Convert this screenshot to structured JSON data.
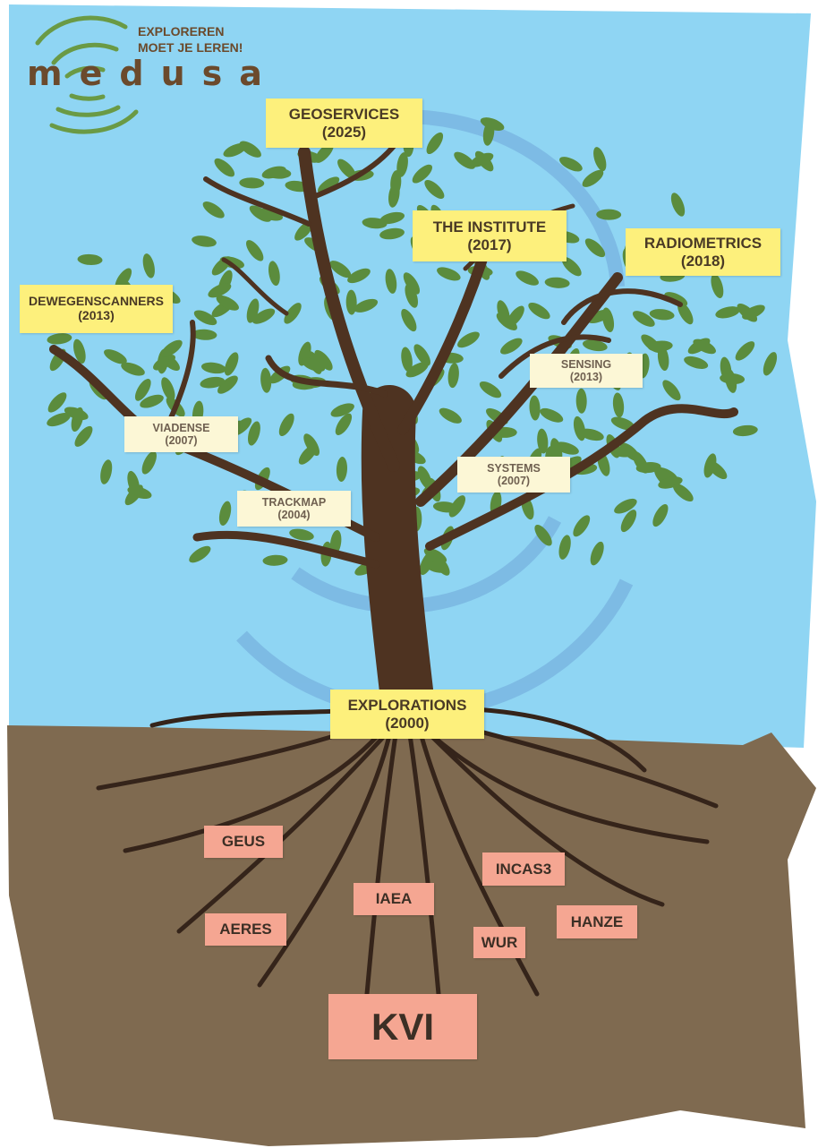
{
  "logo": {
    "tagline_1": "EXPLOREREN",
    "tagline_2": "MOET JE LEREN!",
    "wordmark": "medusa"
  },
  "branches": [
    {
      "name": "GEOSERVICES",
      "year": "(2025)"
    },
    {
      "name": "THE INSTITUTE",
      "year": "(2017)"
    },
    {
      "name": "RADIOMETRICS",
      "year": "(2018)"
    },
    {
      "name": "DEWEGENSCANNERS",
      "year": "(2013)"
    },
    {
      "name": "SENSING",
      "year": "(2013)"
    },
    {
      "name": "VIADENSE",
      "year": "(2007)"
    },
    {
      "name": "SYSTEMS",
      "year": "(2007)"
    },
    {
      "name": "TRACKMAP",
      "year": "(2004)"
    }
  ],
  "trunk": {
    "name": "EXPLORATIONS",
    "year": "(2000)"
  },
  "roots": [
    "GEUS",
    "INCAS3",
    "IAEA",
    "AERES",
    "HANZE",
    "WUR"
  ],
  "origin": "KVI",
  "colors": {
    "sky": "#8fd5f3",
    "ground": "#7f6a50",
    "bark": "#4e3321",
    "leaf": "#5b8c3d",
    "yellow": "#fdf07c",
    "cream": "#fcf7d6",
    "salmon": "#f5a692"
  }
}
